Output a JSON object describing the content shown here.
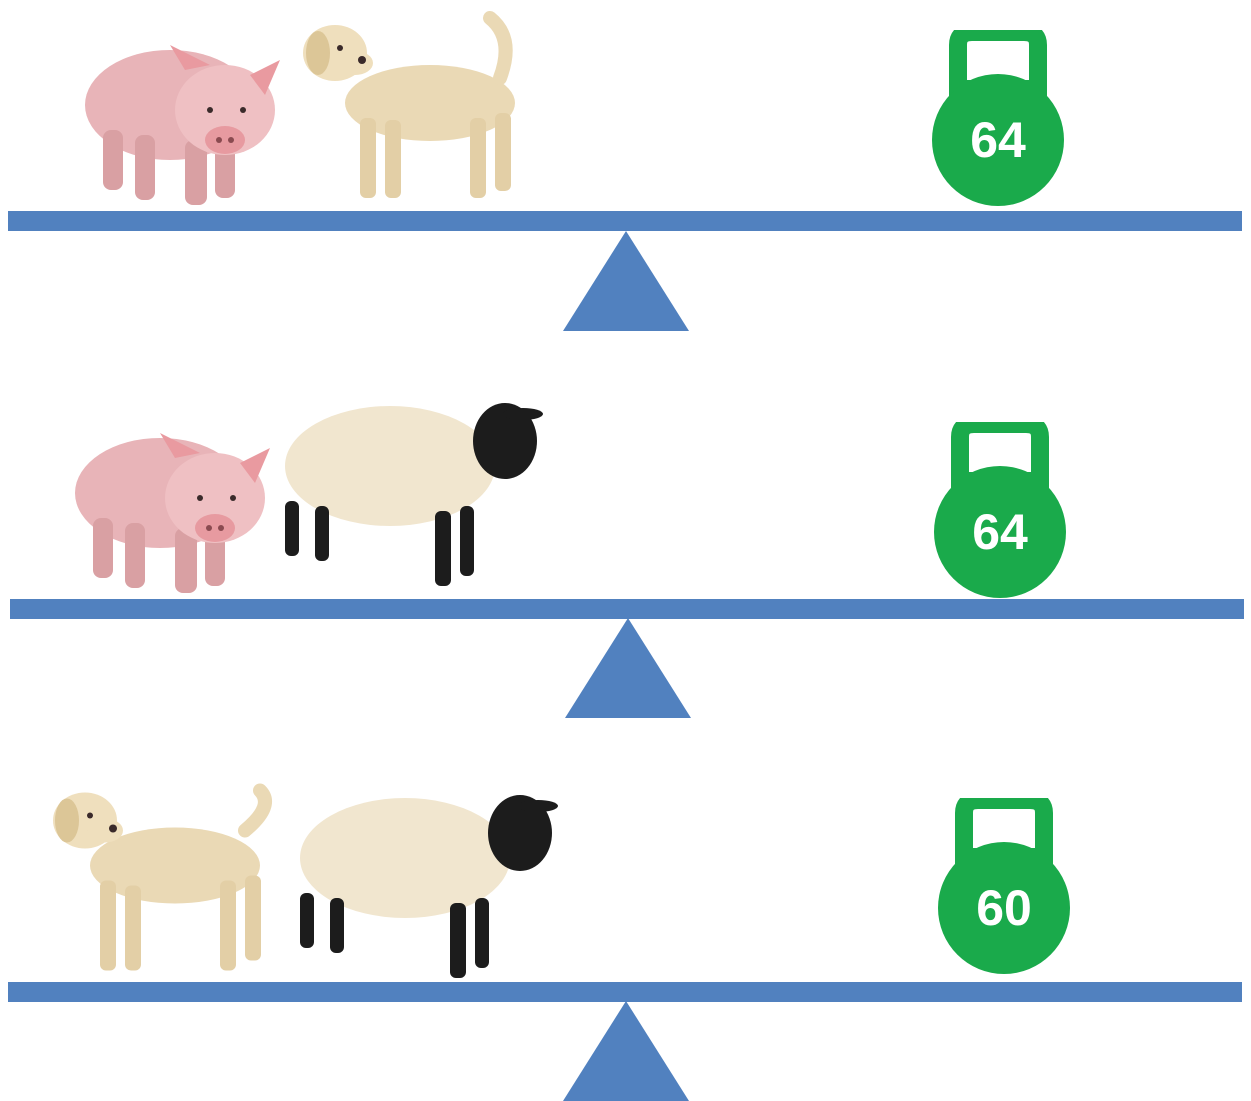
{
  "colors": {
    "beam": "#5181bf",
    "weight": "#1aaa4b",
    "weight_text": "#ffffff"
  },
  "scales": [
    {
      "animals": [
        "pig-icon",
        "dog-icon"
      ],
      "weight": {
        "value": "64"
      }
    },
    {
      "animals": [
        "pig-icon",
        "sheep-icon"
      ],
      "weight": {
        "value": "64"
      }
    },
    {
      "animals": [
        "dog-icon",
        "sheep-icon"
      ],
      "weight": {
        "value": "60"
      }
    }
  ]
}
